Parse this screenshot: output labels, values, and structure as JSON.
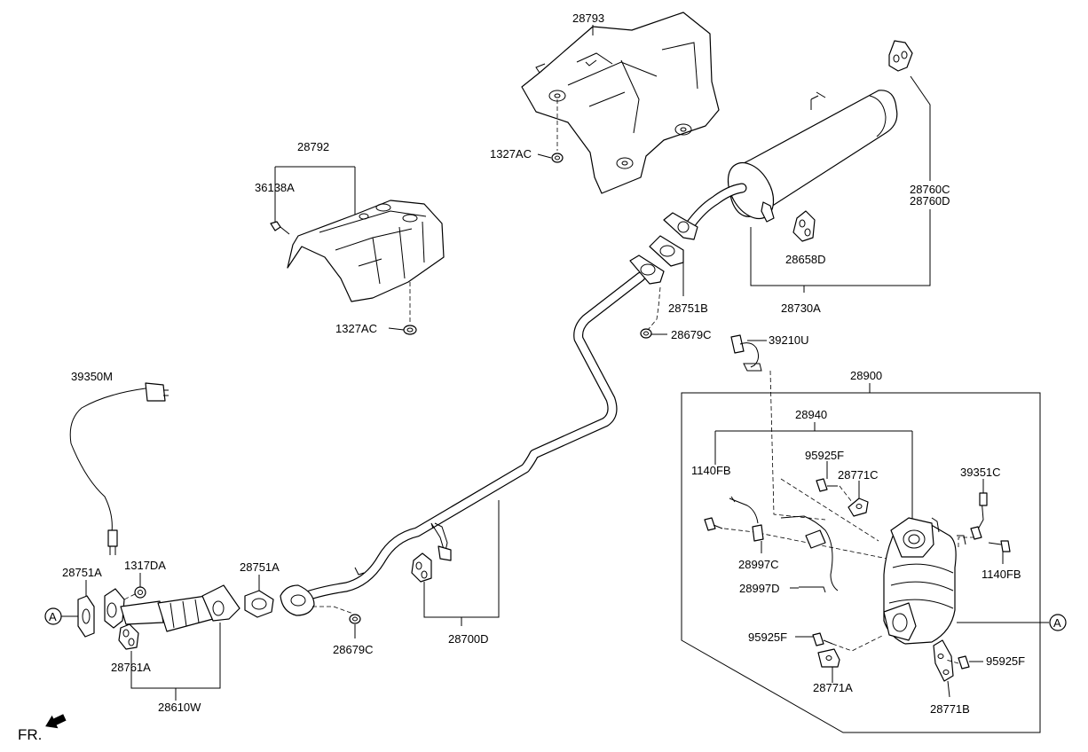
{
  "labels": {
    "p28793": "28793",
    "p1327ac_top": "1327AC",
    "p28792": "28792",
    "p36138a": "36138A",
    "p1327ac_mid": "1327AC",
    "p28760c": "28760C",
    "p28760d": "28760D",
    "p28658d": "28658D",
    "p28730a": "28730A",
    "p28751b": "28751B",
    "p28679c_top": "28679C",
    "p39210u": "39210U",
    "p28900": "28900",
    "p28940": "28940",
    "p95925f_top": "95925F",
    "p28771c": "28771C",
    "p1140fb_left": "1140FB",
    "p39351c": "39351C",
    "p1140fb_right": "1140FB",
    "p28997c": "28997C",
    "p28997d": "28997D",
    "p95925f_mid": "95925F",
    "p95925f_right": "95925F",
    "p28771a": "28771A",
    "p28771b": "28771B",
    "p39350m": "39350M",
    "p28751a_left": "28751A",
    "p1317da": "1317DA",
    "p28751a_mid": "28751A",
    "p28761a": "28761A",
    "p28610w": "28610W",
    "p28679c_bottom": "28679C",
    "p28700d": "28700D",
    "ref_a_left": "A",
    "ref_a_right": "A",
    "front": "FR."
  }
}
